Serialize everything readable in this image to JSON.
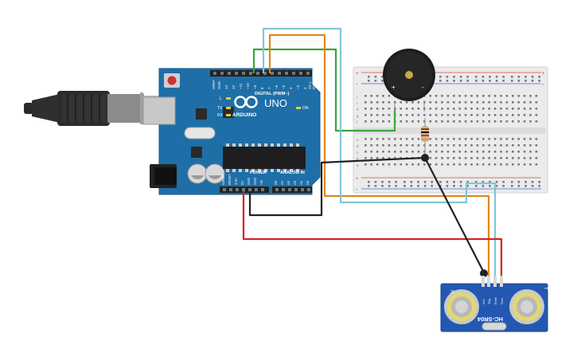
{
  "arduino": {
    "brand_logo_text": "ARDUINO",
    "model": "UNO",
    "digital_label": "DIGITAL (PWM~)",
    "power_label": "POWER",
    "analog_label": "ANALOG IN",
    "aref_label": "AREF",
    "gnd_label": "GND",
    "on_label": "ON",
    "tx_label": "TX",
    "rx_label": "RX",
    "l_label": "L",
    "digital_pins": [
      "13",
      "12",
      "~11",
      "~10",
      "~9",
      "8",
      "7",
      "~6",
      "~5",
      "4",
      "~3",
      "2",
      "TX 1",
      "RX 0"
    ],
    "power_pins": [
      "IOREF",
      "RESET",
      "3.3V",
      "5V",
      "GND",
      "GND",
      "Vin"
    ],
    "analog_pins": [
      "A0",
      "A1",
      "A2",
      "A3",
      "A4",
      "A5"
    ]
  },
  "breadboard": {
    "rail_plus": "+",
    "rail_minus": "-",
    "row_letters_top": [
      "j",
      "i",
      "h",
      "g",
      "f"
    ],
    "row_letters_bottom": [
      "e",
      "d",
      "c",
      "b",
      "a"
    ]
  },
  "buzzer": {
    "plus": "+",
    "minus": "-"
  },
  "sensor": {
    "model": "HC-SR04",
    "side_left": "R",
    "side_right": "T",
    "pins": [
      "Vcc",
      "Trig",
      "Echo",
      "Gnd"
    ]
  },
  "colors": {
    "board_blue": "#1e6fa8",
    "wire_green": "#3aa53a",
    "wire_orange": "#e0861c",
    "wire_cyan": "#7fc7d6",
    "wire_red": "#d62424",
    "wire_black": "#222222",
    "sensor_blue": "#2458b0"
  },
  "icons": [
    "usb-cable-icon",
    "reset-button-icon",
    "piezo-buzzer-icon",
    "resistor-icon",
    "ultrasonic-transducer-icon"
  ]
}
